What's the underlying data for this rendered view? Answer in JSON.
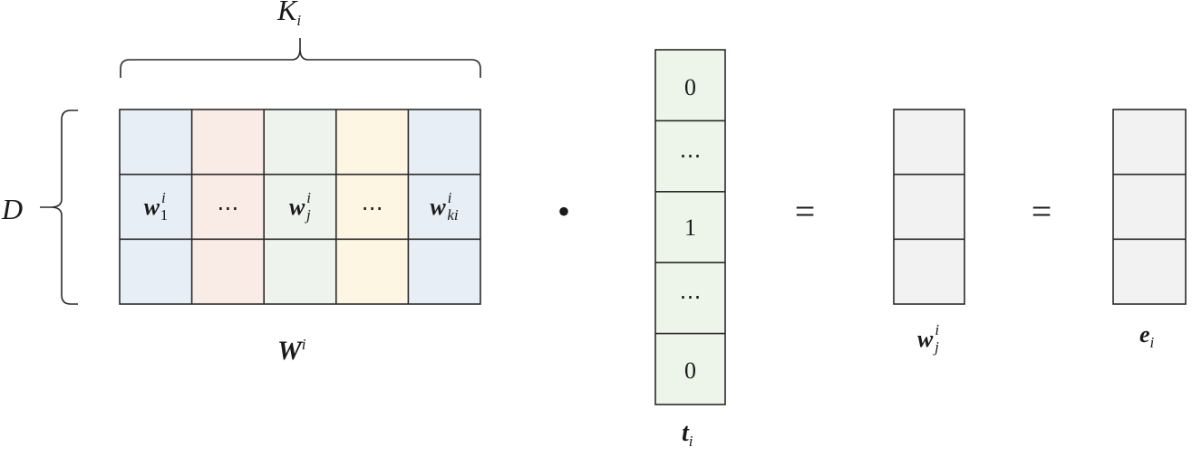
{
  "matrix_W": {
    "label_base": "W",
    "label_sup": "i",
    "columns_label_base": "K",
    "columns_label_sub": "i",
    "rows_label": "D",
    "column_colors": [
      "#e8eef6",
      "#f9ebe6",
      "#eef3ee",
      "#fdf6e3",
      "#e8eef6"
    ],
    "middle_row": [
      {
        "kind": "vec",
        "base": "w",
        "sup": "i",
        "sub": "1"
      },
      {
        "kind": "dots",
        "text": "⋯"
      },
      {
        "kind": "vec",
        "base": "w",
        "sup": "i",
        "sub": "j"
      },
      {
        "kind": "dots",
        "text": "⋯"
      },
      {
        "kind": "vec",
        "base": "w",
        "sup": "i",
        "sub": "ki"
      }
    ]
  },
  "operator_dot": "•",
  "vector_t": {
    "label_base": "t",
    "label_sub": "i",
    "fill": "#edf5ea",
    "cells": [
      "0",
      "⋯",
      "1",
      "⋯",
      "0"
    ]
  },
  "equals_1": "=",
  "vector_w": {
    "label_base": "w",
    "label_sup": "i",
    "label_sub": "j",
    "fill": "#f2f2f2"
  },
  "equals_2": "=",
  "vector_e": {
    "label_base": "e",
    "label_sub": "i",
    "fill": "#f2f2f2"
  }
}
